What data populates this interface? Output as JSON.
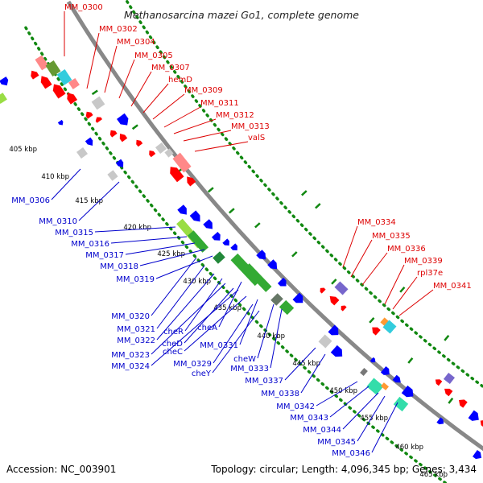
{
  "header": {
    "title": "Methanosarcina mazei Go1, complete genome"
  },
  "footer": {
    "accession": "Accession: NC_003901",
    "summary": "Topology: circular; Length: 4,096,345 bp; Genes: 3,434"
  },
  "colors": {
    "forward_gene": "#ff0000",
    "reverse_gene": "#0000ff",
    "rna": "#ff8888",
    "pseudo": "#c8c8c8",
    "backbone": "#888888",
    "gc_dots": "#118811",
    "forward_label": "#dd0000",
    "reverse_label": "#0000cc"
  },
  "ticks": [
    "405 kbp",
    "410 kbp",
    "415 kbp",
    "420 kbp",
    "425 kbp",
    "430 kbp",
    "435 kbp",
    "440 kbp",
    "445 kbp",
    "450 kbp",
    "455 kbp",
    "460 kbp",
    "465 kbp"
  ],
  "forward_labels": [
    "MM_0300",
    "MM_0302",
    "MM_0304",
    "MM_0305",
    "MM_0307",
    "hemD",
    "MM_0309",
    "MM_0311",
    "MM_0312",
    "MM_0313",
    "valS",
    "MM_0334",
    "MM_0335",
    "MM_0336",
    "MM_0339",
    "rpl37e",
    "MM_0341"
  ],
  "reverse_labels": [
    "MM_0306",
    "MM_0310",
    "MM_0315",
    "MM_0316",
    "MM_0317",
    "MM_0318",
    "MM_0319",
    "MM_0320",
    "MM_0321",
    "MM_0322",
    "cheR",
    "cheA",
    "MM_0323",
    "cheD",
    "MM_0324",
    "cheC",
    "MM_0331",
    "MM_0329",
    "cheW",
    "cheY",
    "MM_0333",
    "MM_0337",
    "MM_0338",
    "MM_0342",
    "MM_0343",
    "MM_0344",
    "MM_0345",
    "MM_0346"
  ]
}
